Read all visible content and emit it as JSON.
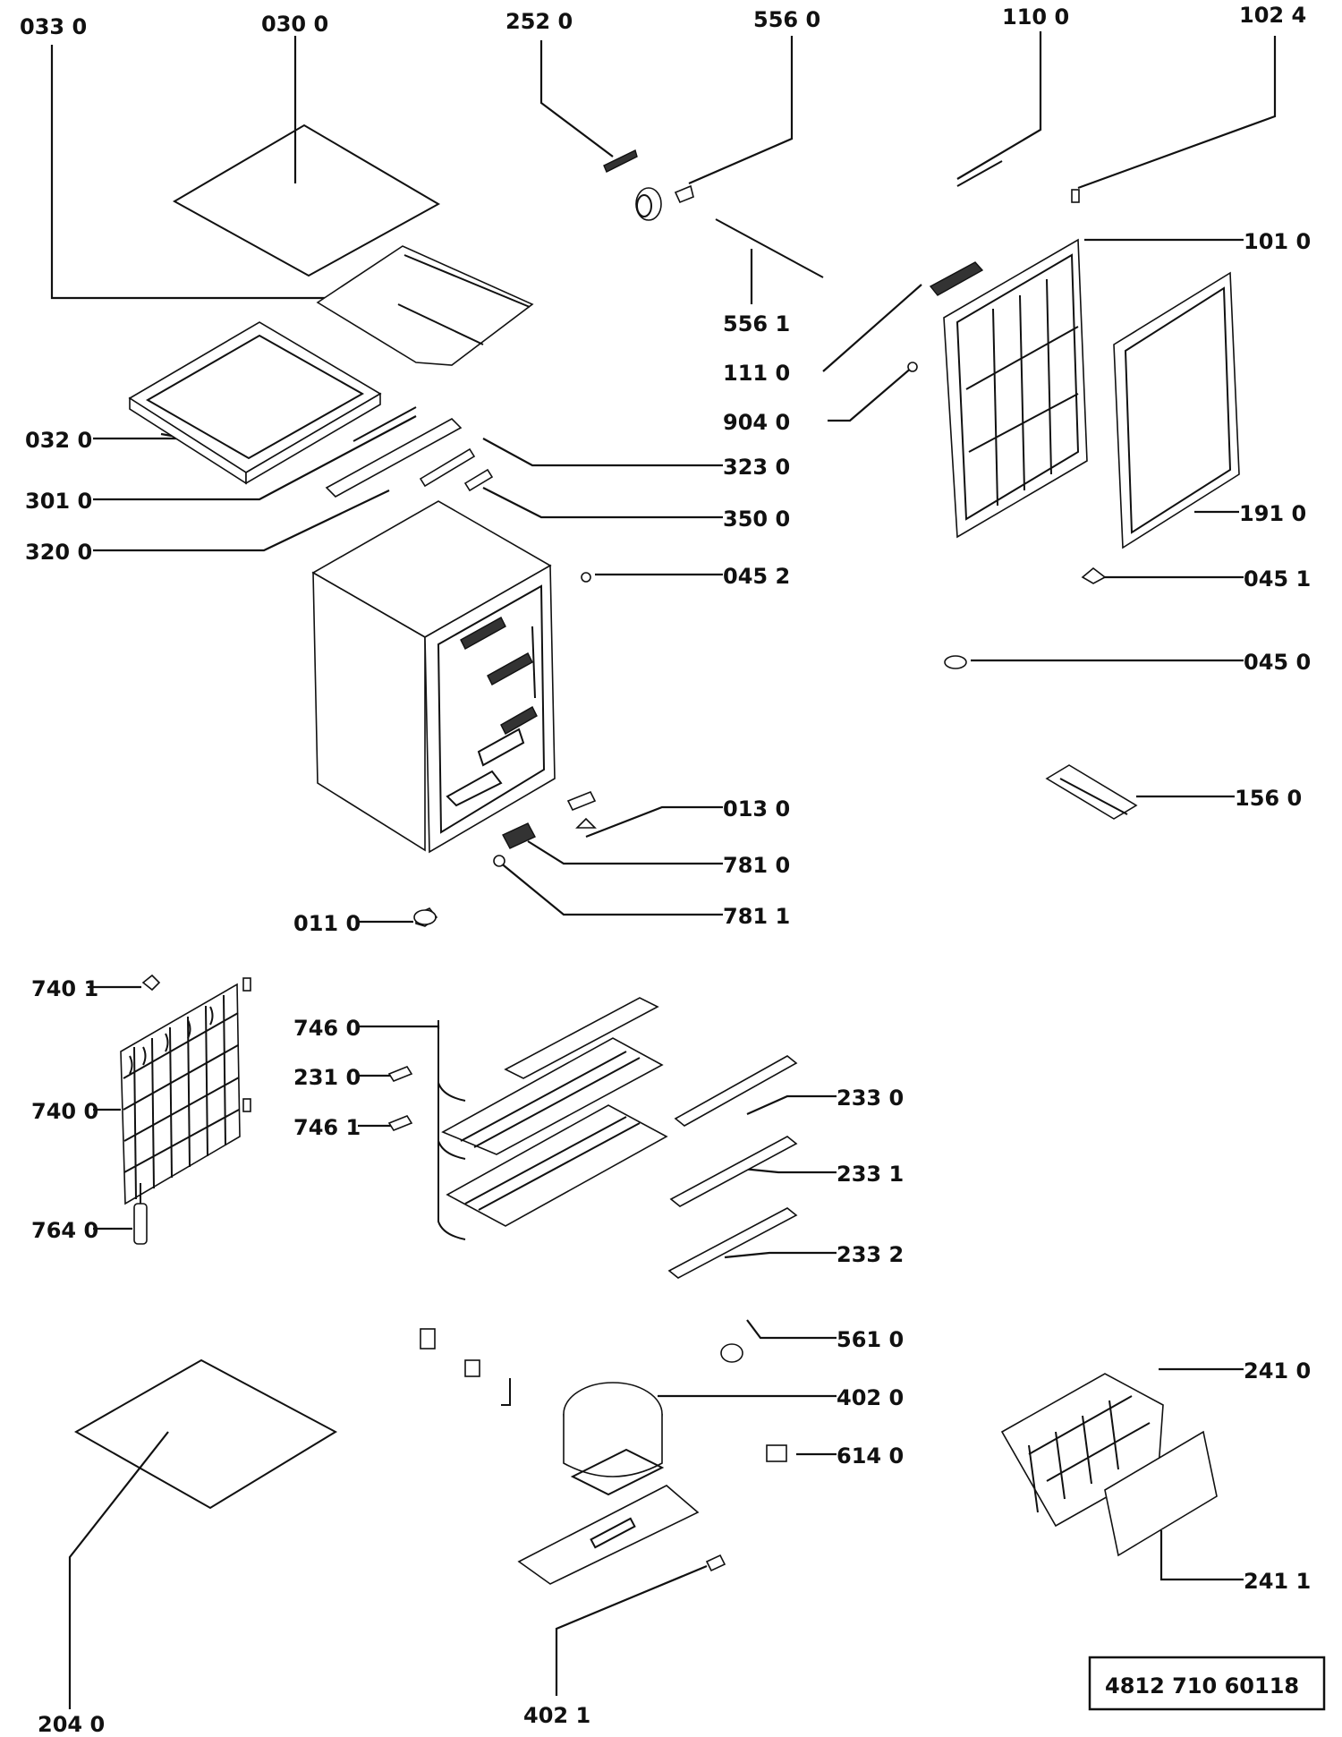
{
  "labels": {
    "p0330": "033 0",
    "p0300": "030  0",
    "p2520": "252  0",
    "p5560": "556  0",
    "p1100": "110  0",
    "p1024": "102 4",
    "p1010": "101 0",
    "p5561": "556 1",
    "p1110": "111 0",
    "p9040": "904 0",
    "p0320": "032 0",
    "p3230": "323 0",
    "p3010": "301 0",
    "p3500": "350 0",
    "p3200": "320 0",
    "p1910": "191 0",
    "p0452": "045  2",
    "p0451": "045 1",
    "p0450": "045 0",
    "p1560": "156 0",
    "p0130": "013  0",
    "p7810": "781  0",
    "p7811": "781 1",
    "p0110": "011 0",
    "p7401": "740 1",
    "p7460": "746 0",
    "p2310": "231 0",
    "p2330": "233 0",
    "p7400": "740 0",
    "p7461": "746 1",
    "p2331": "233 1",
    "p7640": "764 0",
    "p2332": "233 2",
    "p5610": "561 0",
    "p2410": "241 0",
    "p4020": "402 0",
    "p6140": "614 0",
    "p2411": "241 1",
    "p2040": "204 0",
    "p4021": "402  1"
  },
  "document_code": "4812  710   60118"
}
